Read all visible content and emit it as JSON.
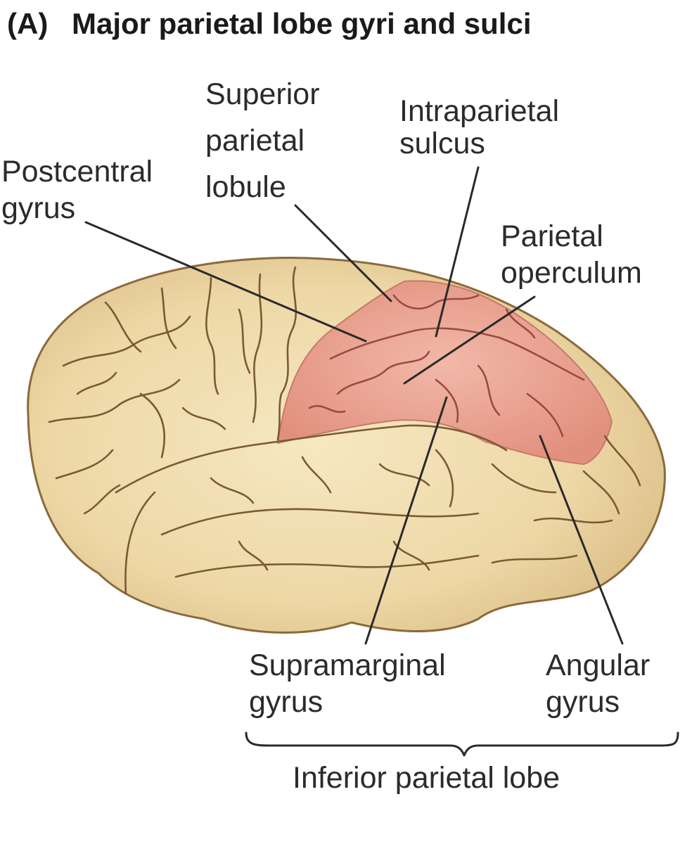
{
  "title": {
    "panel": "(A)",
    "text": "Major parietal lobe gyri and sulci"
  },
  "labels": {
    "postcentral": [
      "Postcentral",
      "gyrus"
    ],
    "superior_parietal": [
      "Superior",
      "parietal",
      "lobule"
    ],
    "intraparietal": [
      "Intraparietal",
      "sulcus"
    ],
    "parietal_operculum": [
      "Parietal",
      "operculum"
    ],
    "supramarginal": [
      "Supramarginal",
      "gyrus"
    ],
    "angular": [
      "Angular",
      "gyrus"
    ],
    "inferior_parietal": "Inferior parietal lobe"
  },
  "colors": {
    "brain_tan": "#eed9a8",
    "brain_outline": "#8a6a3c",
    "parietal_highlight": "#eaa292",
    "label": "#2b2b2b"
  }
}
